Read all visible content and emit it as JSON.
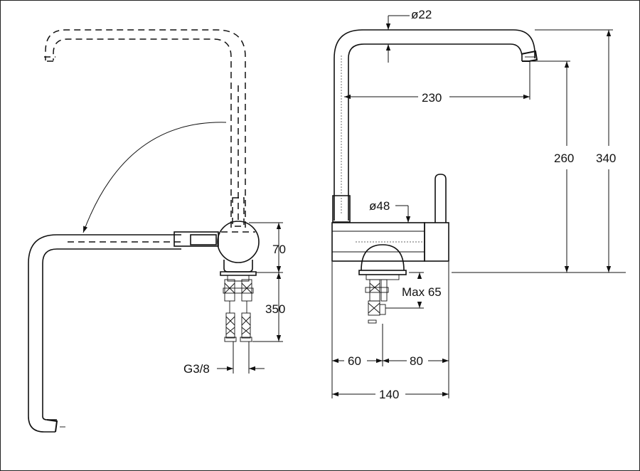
{
  "labels": {
    "d22": "ø22",
    "d48": "ø48",
    "dim230": "230",
    "dim260": "260",
    "dim340": "340",
    "dim70": "70",
    "dim350": "350",
    "thread": "G3/8",
    "max65": "Max 65",
    "dim60": "60",
    "dim80": "80",
    "dim140": "140"
  }
}
